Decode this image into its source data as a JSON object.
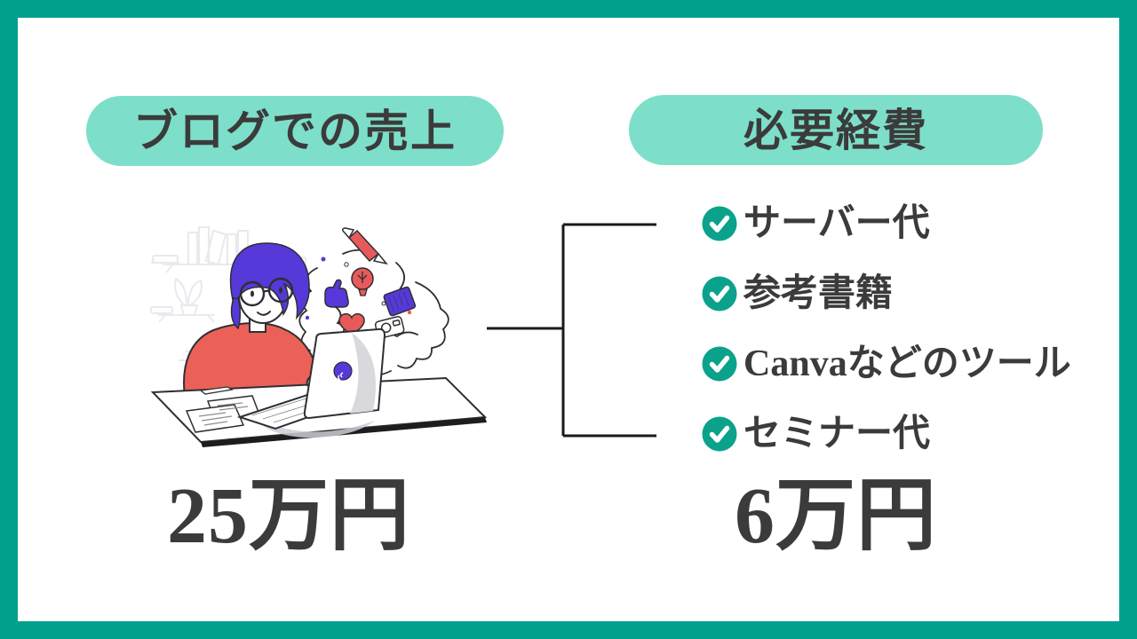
{
  "frame": {
    "background": "#00A08D",
    "panel_background": "#FFFFFF"
  },
  "left_section": {
    "header": "ブログでの売上",
    "amount": "25万円",
    "illustration": "person-writing-blog-at-laptop"
  },
  "right_section": {
    "header": "必要経費",
    "items": [
      {
        "icon": "check-icon",
        "label": "サーバー代"
      },
      {
        "icon": "check-icon",
        "label": "参考書籍"
      },
      {
        "icon": "check-icon",
        "label": "Canvaなどのツール"
      },
      {
        "icon": "check-icon",
        "label": "セミナー代"
      }
    ],
    "amount": "6万円"
  },
  "colors": {
    "frame_teal": "#00A08D",
    "pill_mint": "#7DDFC9",
    "check_teal": "#0BA28C",
    "text_dark": "#3B3B3B",
    "connector_black": "#1A1A1A",
    "illustration_purple": "#5639D8",
    "illustration_red": "#E85A5A"
  }
}
